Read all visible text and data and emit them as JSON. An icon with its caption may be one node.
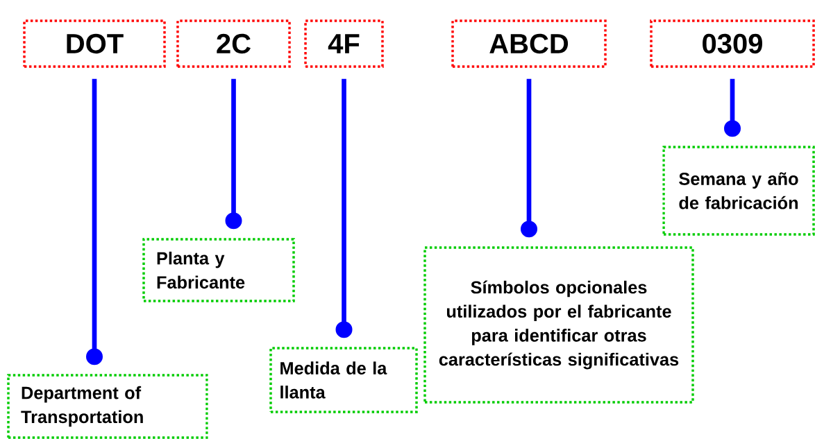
{
  "diagram": {
    "nodes": [
      {
        "text": [
          "DOT"
        ]
      },
      {
        "text": [
          "2C"
        ]
      },
      {
        "text": [
          "4F"
        ]
      },
      {
        "text": [
          "ABCD"
        ]
      },
      {
        "text": [
          "0309"
        ]
      },
      {
        "text": [
          "Department of Transportation"
        ]
      },
      {
        "text": [
          "Planta y Fabricante"
        ]
      },
      {
        "text": [
          "Medida de la llanta"
        ]
      },
      {
        "text": [
          "Símbolos opcionales utilizados por el fabricante para identificar otras características significativas"
        ]
      },
      {
        "text": [
          "Semana y año de fabricación"
        ]
      }
    ],
    "edges": [
      {
        "from": 0,
        "to": 5,
        "arrow": "other"
      },
      {
        "from": 1,
        "to": 6,
        "arrow": "other"
      },
      {
        "from": 2,
        "to": 7,
        "arrow": "other"
      },
      {
        "from": 3,
        "to": 8,
        "arrow": "other"
      },
      {
        "from": 4,
        "to": 9,
        "arrow": "other"
      }
    ]
  }
}
